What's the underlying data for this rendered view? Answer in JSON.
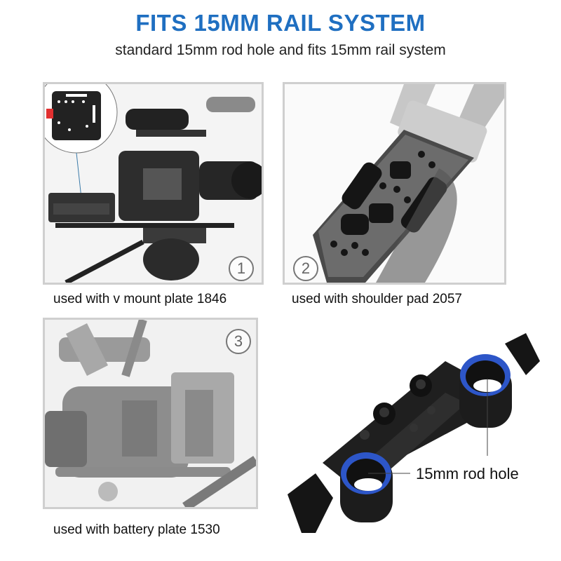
{
  "header": {
    "title": "FITS 15MM RAIL SYSTEM",
    "subtitle": "standard 15mm rod hole and fits 15mm rail system",
    "title_color": "#1f6fc1"
  },
  "panels": [
    {
      "number": "1",
      "caption": "used with v mount plate 1846",
      "image": "camera-with-v-mount-plate"
    },
    {
      "number": "2",
      "caption": "used with shoulder pad 2057",
      "image": "shoulder-pad-plate"
    },
    {
      "number": "3",
      "caption": "used with battery plate 1530",
      "image": "camera-with-battery-plate"
    }
  ],
  "product": {
    "image": "rod-clamp-15mm",
    "callout": "15mm rod hole",
    "accent_color": "#2d56c8"
  }
}
